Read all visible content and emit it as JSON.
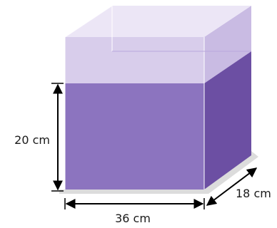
{
  "figure": {
    "type": "rectangular-prism-tank",
    "colors": {
      "background": "#ffffff",
      "shadow": "#dcdcdc",
      "glass_front": "#d8cdeb",
      "glass_top": "#ece6f6",
      "glass_side": "#c9bbe3",
      "glass_edge": "#ffffff",
      "liquid_front": "#8c74bf",
      "liquid_top": "#a993d2",
      "liquid_side": "#6c4fa3",
      "arrow": "#000000",
      "text": "#1a1a1a"
    },
    "liquid_level_fraction_of_tank_height": 0.6
  },
  "dimensions": {
    "height_label": "20 cm",
    "length_label": "36 cm",
    "width_label": "18 cm"
  }
}
